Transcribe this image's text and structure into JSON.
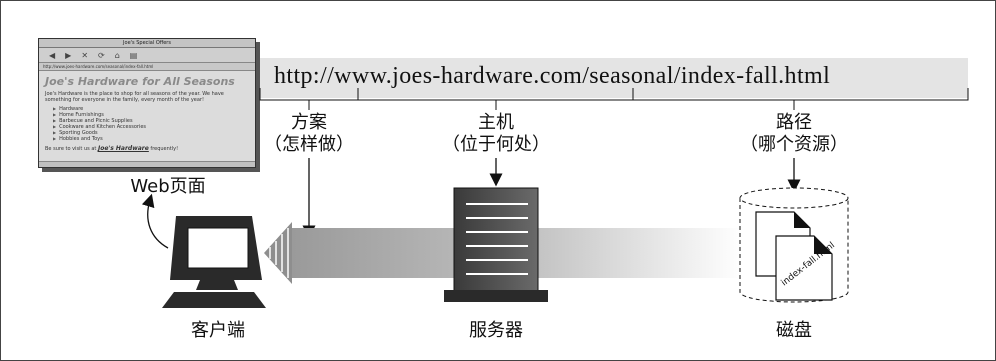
{
  "url": {
    "text": "http://www.joes-hardware.com/seasonal/index-fall.html"
  },
  "segments": {
    "scheme": {
      "title": "方案",
      "sub": "（怎样做）"
    },
    "host": {
      "title": "主机",
      "sub": "（位于何处）"
    },
    "path": {
      "title": "路径",
      "sub": "（哪个资源）"
    }
  },
  "labels": {
    "web_page": "Web页面",
    "client": "客户端",
    "server": "服务器",
    "disk": "磁盘",
    "file": "index-fall.html"
  },
  "browser": {
    "window_title": "Joe's Special Offers",
    "address": "http://www.joes-hardware.com/seasonal/index-fall.html",
    "headline": "Joe's Hardware for All Seasons",
    "intro": "Joe's Hardware is the place to shop for all seasons of the year. We have something for everyone in the family, every month of the year!",
    "items": [
      "Hardware",
      "Home Furnishings",
      "Barbecue and Picnic Supplies",
      "Cookware and Kitchen Accessories",
      "Sporting Goods",
      "Hobbies and Toys"
    ],
    "footer_prefix": "Be sure to visit us at ",
    "footer_brand": "Joe's Hardware",
    "footer_suffix": " frequently!"
  }
}
